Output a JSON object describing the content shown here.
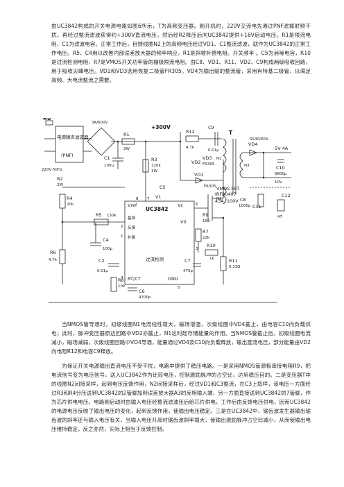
{
  "document": {
    "paragraphs": [
      "由UC3842构成的开关电源电路如图6所示，T为高频变压器。刚开机时，220V交流电先通过PNF滤掉射频干扰，再经过整流滤波获得约+300V直流电压，然后经R2降压后向UC3842提供+16V启动电压。R1是限流电阻，C1为滤波电容。正常工作后，自馈线圈N2上的高频电压经过VD1、C1整流滤波，就作为UC3842的正常工作电压。R5、C4用以改善内部误差放大器的频率响应，R1是斜坡补偿电阻。开关频率 。C5为消噪电容，R10是过流检测电阻，R7是VMOS开关功率管的栅极限流电阻。由C8、VD1、R11、VD2、C9构成两级吸收回路，用于吸收尖峰电压。VD1和VD3选用恢复二极管FR305。VD4为输出级的整流管，采用肖特基二极管，以满足高频、大电流整流之需要。",
      "当NMOS管导通时，初级线圈N1电流线性增大，磁场增强，次级线圈中VD4截止，由电容C10向负载供电；此时，脉冲变压器原边回路中VD2亦截止，N1这时起存储能量的作用。当NMOS管截止后，初级线圈电流减小，磁场减弱，次级线圈回路中VD4导通，能量通过VD4及C10向负载释放，输出直流电压，部分能量由VD2向电阻R12和电容C9释放。",
      "为保证开关电源输出直流电压不受干扰，电路中提供了稳压电路。一是采用NMOS管源极串接电阻R9，把电流信号变为电压信号，送入UC3842作为比较电压，控制激励脉冲的占空比，达到稳压目的。二是变压器T中的线圈N2间接采样，起到电压反馈作用，N2间接采样后，经过VD1和C3整流，在C3上取样，该电压一方面经过R3和R4分压送到UC3842的2管脚加到误差放大器A3的反相输入端，另一方面直接送到UC3842的7管脚，作为芯片供电电压。电路刚启动时由输入电压经整流滤波压后给芯片供电，工作后由反馈电压供电，因而UC3842的电源电压反映了输出电压的变化，起到反馈作用，使输出电压稳定。三是在UC3842中，锯齿波发生器输出锯齿波的斜率还与输入电压有关，当输入电压升高时锯齿波斜率增大，使输出激励脉冲占空比减小，从而使输出电压维持稳定，反之亦然，实际上相当于反馈控制。"
    ]
  },
  "schematic": {
    "labels": {
      "ru": "RU",
      "filter": "电源噪声滤波器",
      "pnf": "(PNF)",
      "ac_in": "220V 50Hz",
      "bridge": "3A/600V",
      "r1": "R1",
      "r1v": "2W",
      "r2": "R2",
      "r2v": "2W",
      "plus300": "+300V",
      "c1": "C1",
      "c1v": "100μ",
      "r3": "R3",
      "r3v": "120k",
      "r3w": "1W",
      "vd1": "VD1",
      "vd1v": "FR305",
      "vd2": "VD2",
      "vd3": "VD3",
      "vd3v": "FR305",
      "r12": "R12",
      "r12v": "4.7k",
      "c9": "C9",
      "c9v": "0.01μ",
      "n1": "N1",
      "n2": "N2",
      "n3": "N3",
      "t": "T",
      "vd4": "VD4",
      "vd4v": "SS40/60A",
      "out": "5V 4A",
      "c10": "C10",
      "c10v": "6800μ",
      "c11": "C11",
      "c11v": "10V",
      "c12": "C12",
      "c12v": "47",
      "ic": "UC3842",
      "ic_name": "过流检测",
      "vcc": "Vc",
      "vref": "Vref",
      "gnd": "GND",
      "rtct": "RT/CT",
      "vo": "V0",
      "pin_ref": "基准",
      "pin_fb": "反馈",
      "pin_comp": "补偿",
      "r4": "R4",
      "r4v": "20k",
      "r5": "R5",
      "r5v": "150k",
      "r6": "R6",
      "r6v": "4.7k",
      "c4": "C4",
      "c4v": "100p",
      "c2": "C2",
      "c2v": "0.01μ",
      "r8": "R8",
      "r8v": "10k",
      "c6": "C6",
      "c6v": "4700p",
      "c7": "C7",
      "c7v": "470p",
      "r7": "R7",
      "r7v": "22k",
      "r9": "R9",
      "r9v": "150",
      "r10": "R10",
      "r10v": "1k",
      "r11": "R11",
      "r11v": "0.33Ω",
      "c5": "C5",
      "c8": "C8",
      "c8v": "1000p",
      "vmos": "VMOS FET",
      "vmos_part": "IRFP0407",
      "vmos_spec": "43A, 100V",
      "v1": "V1",
      "pin7": "7",
      "pin8": "8",
      "pin6": "6",
      "pin4": "4",
      "pin5": "5",
      "pin3": "3",
      "pin2": "2",
      "pin1": "1"
    }
  }
}
